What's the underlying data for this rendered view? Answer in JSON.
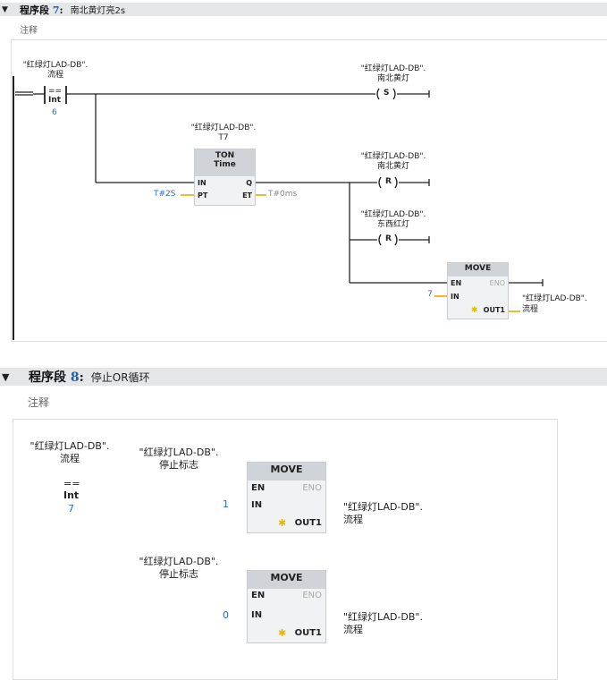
{
  "segment7": {
    "title_prefix": "程序段",
    "num": "7",
    "colon": ":",
    "desc": "南北黄灯亮2s",
    "comment": "注释",
    "cmp_tag": [
      "\"红绿灯LAD-DB\".",
      "流程"
    ],
    "cmp_op": "==",
    "cmp_type": "Int",
    "cmp_val": "6",
    "set_tag": [
      "\"红绿灯LAD-DB\".",
      "南北黄灯"
    ],
    "set_sym": "S",
    "timer_tag": [
      "\"红绿灯LAD-DB\".",
      "T7"
    ],
    "ton": {
      "name": "TON",
      "type": "Time",
      "in": "IN",
      "q": "Q",
      "pt": "PT",
      "et": "ET",
      "pt_val": "T#2S",
      "et_val": "T#0ms"
    },
    "reset1_tag": [
      "\"红绿灯LAD-DB\".",
      "南北黄灯"
    ],
    "reset1_sym": "R",
    "reset2_tag": [
      "\"红绿灯LAD-DB\".",
      "东西红灯"
    ],
    "reset2_sym": "R",
    "move": {
      "name": "MOVE",
      "en": "EN",
      "eno": "ENO",
      "in": "IN",
      "out": "OUT1",
      "in_val": "7",
      "out_tag": [
        "\"红绿灯LAD-DB\".",
        "流程"
      ]
    }
  },
  "segment8": {
    "title_prefix": "程序段",
    "num": "8",
    "colon": ":",
    "desc": "停止OR循环",
    "comment": "注释",
    "cmp_tag": [
      "\"红绿灯LAD-DB\".",
      "流程"
    ],
    "cmp_op": "==",
    "cmp_type": "Int",
    "cmp_val": "7",
    "nc_tag": [
      "\"红绿灯LAD-DB\".",
      "停止标志"
    ],
    "no_tag": [
      "\"红绿灯LAD-DB\".",
      "停止标志"
    ],
    "move1": {
      "name": "MOVE",
      "en": "EN",
      "eno": "ENO",
      "in": "IN",
      "out": "OUT1",
      "in_val": "1",
      "out_tag": [
        "\"红绿灯LAD-DB\".",
        "流程"
      ]
    },
    "move2": {
      "name": "MOVE",
      "en": "EN",
      "eno": "ENO",
      "in": "IN",
      "out": "OUT1",
      "in_val": "0",
      "out_tag": [
        "\"红绿灯LAD-DB\".",
        "流程"
      ]
    }
  }
}
